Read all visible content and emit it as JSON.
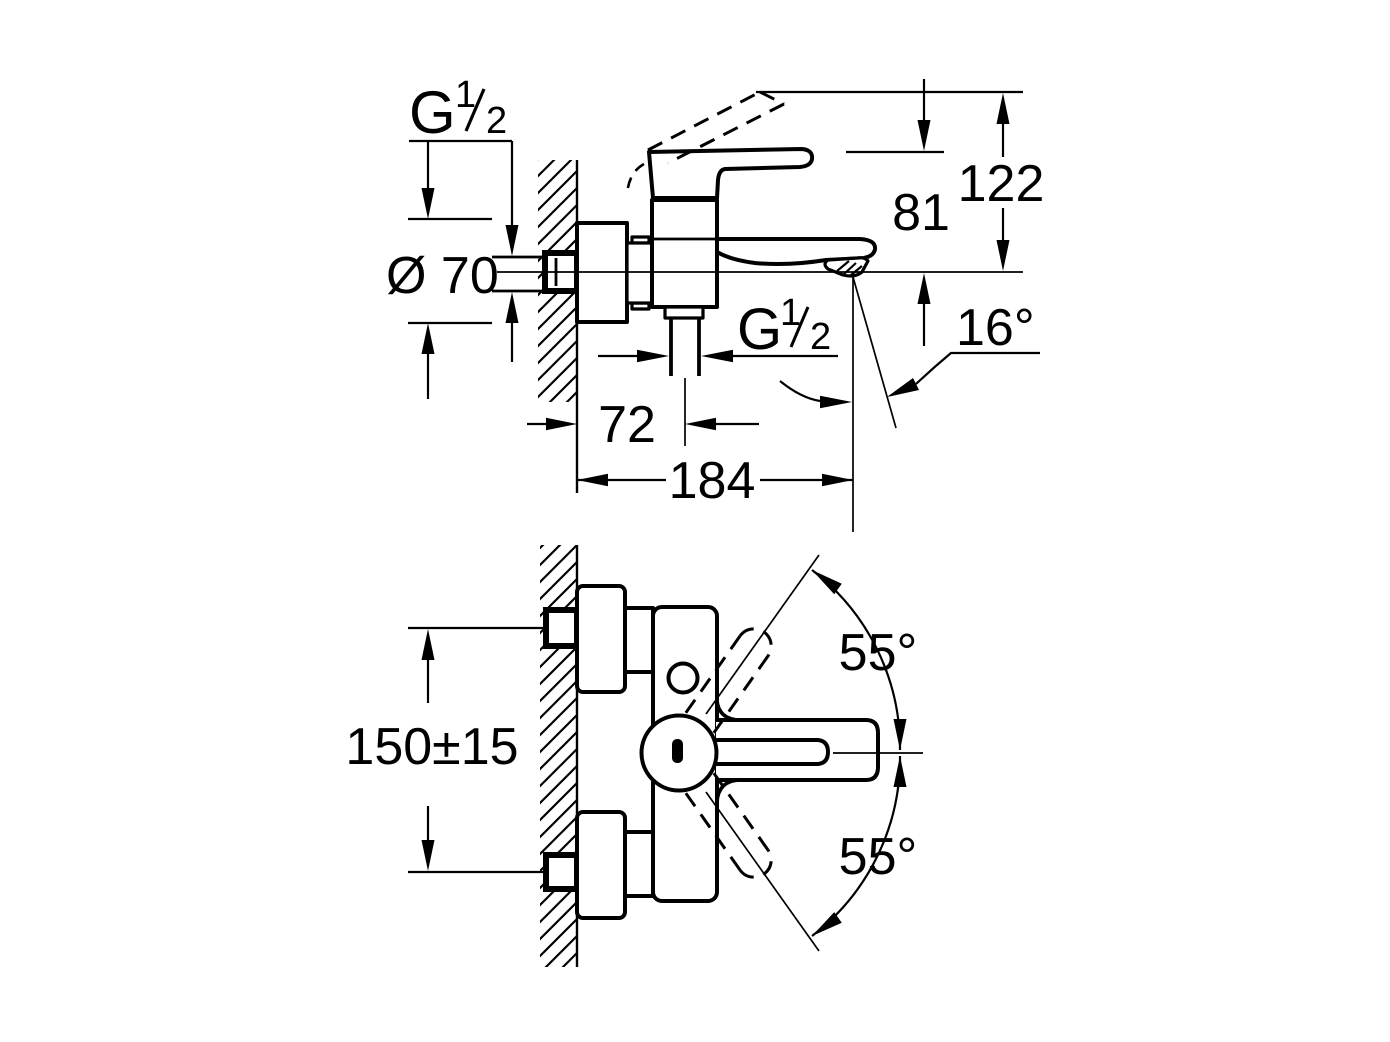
{
  "colors": {
    "background": "#ffffff",
    "line": "#000000"
  },
  "side_view": {
    "thread_top": {
      "main": "G",
      "num": "1",
      "den": "2"
    },
    "thread_bottom": {
      "main": "G",
      "num": "1",
      "den": "2"
    },
    "escutcheon_diameter": "Ø 70",
    "height_total": "122",
    "height_to_handle": "81",
    "spout_angle": "16°",
    "wall_to_outlet": "72",
    "wall_to_spout_tip": "184"
  },
  "top_view": {
    "connection_distance": "150±15",
    "handle_swivel_up": "55°",
    "handle_swivel_down": "55°"
  }
}
